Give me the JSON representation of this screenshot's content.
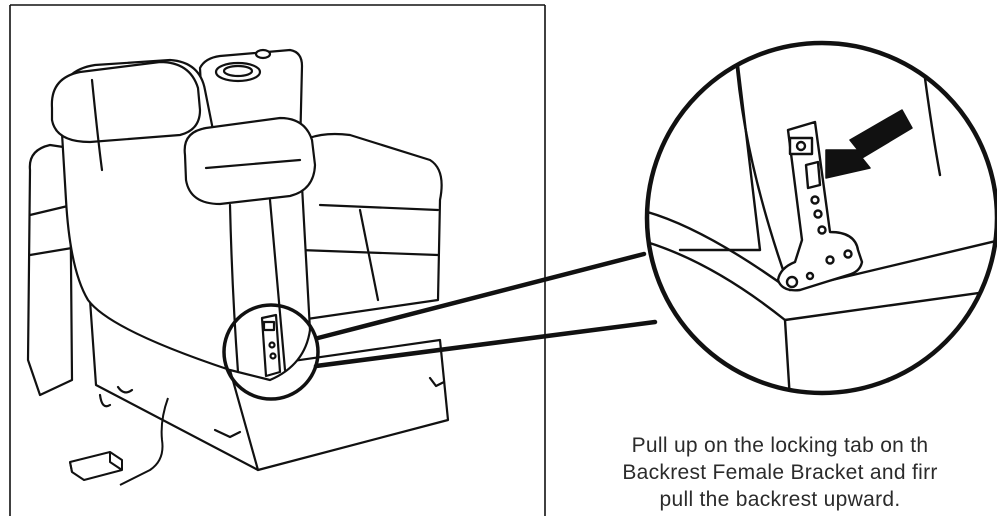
{
  "caption": {
    "line1": "Pull up on the locking tab on th",
    "line2": "Backrest Female Bracket and firr",
    "line3": "pull the backrest upward."
  },
  "icons": {
    "pointer": "arrow-pointer-icon",
    "chair": "recliner-chair-illustration",
    "adapter": "power-adapter-icon",
    "bracket": "backrest-female-bracket-icon"
  },
  "colors": {
    "ink": "#111111",
    "text": "#2b2b2b",
    "background": "#ffffff"
  }
}
